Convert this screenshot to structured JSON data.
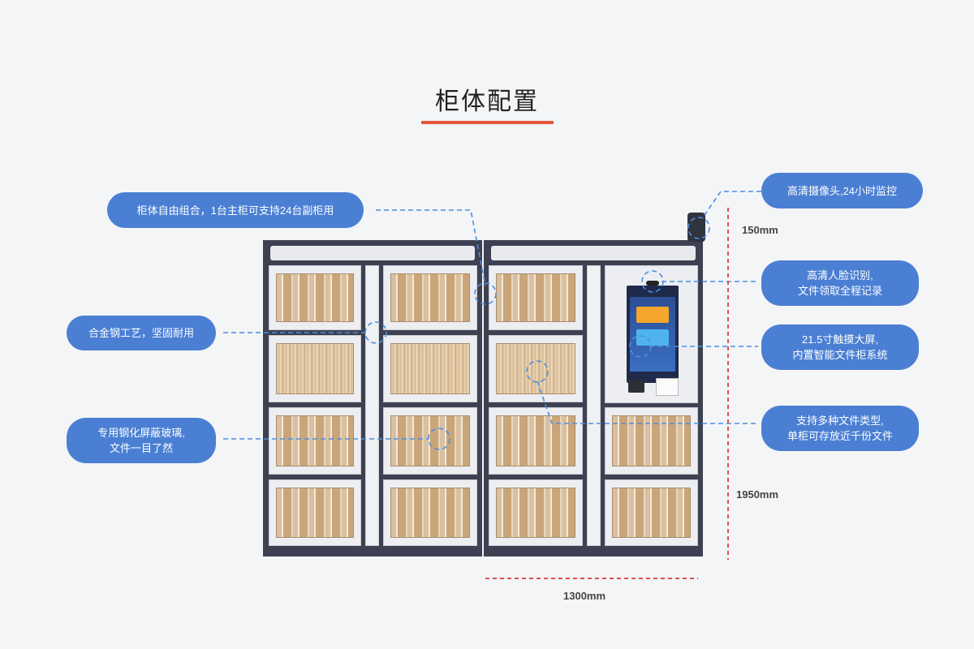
{
  "title": "柜体配置",
  "callouts": {
    "combo": "柜体自由组合，1台主柜可支持24台副柜用",
    "alloy": "合金钢工艺，坚固耐用",
    "glass": "专用钢化屏蔽玻璃,\n文件一目了然",
    "camera": "高清摄像头,24小时监控",
    "face": "高清人脸识别,\n文件领取全程记录",
    "screen": "21.5寸触摸大屏,\n内置智能文件柜系统",
    "types": "支持多种文件类型,\n单柜可存放近千份文件"
  },
  "dimensions": {
    "top_height": "150mm",
    "height": "1950mm",
    "width": "1300mm"
  },
  "colors": {
    "accent": "#4a7fd3",
    "title_underline": "#e2563a",
    "dimension_line": "#e05050",
    "cabinet_frame": "#3d4152"
  }
}
